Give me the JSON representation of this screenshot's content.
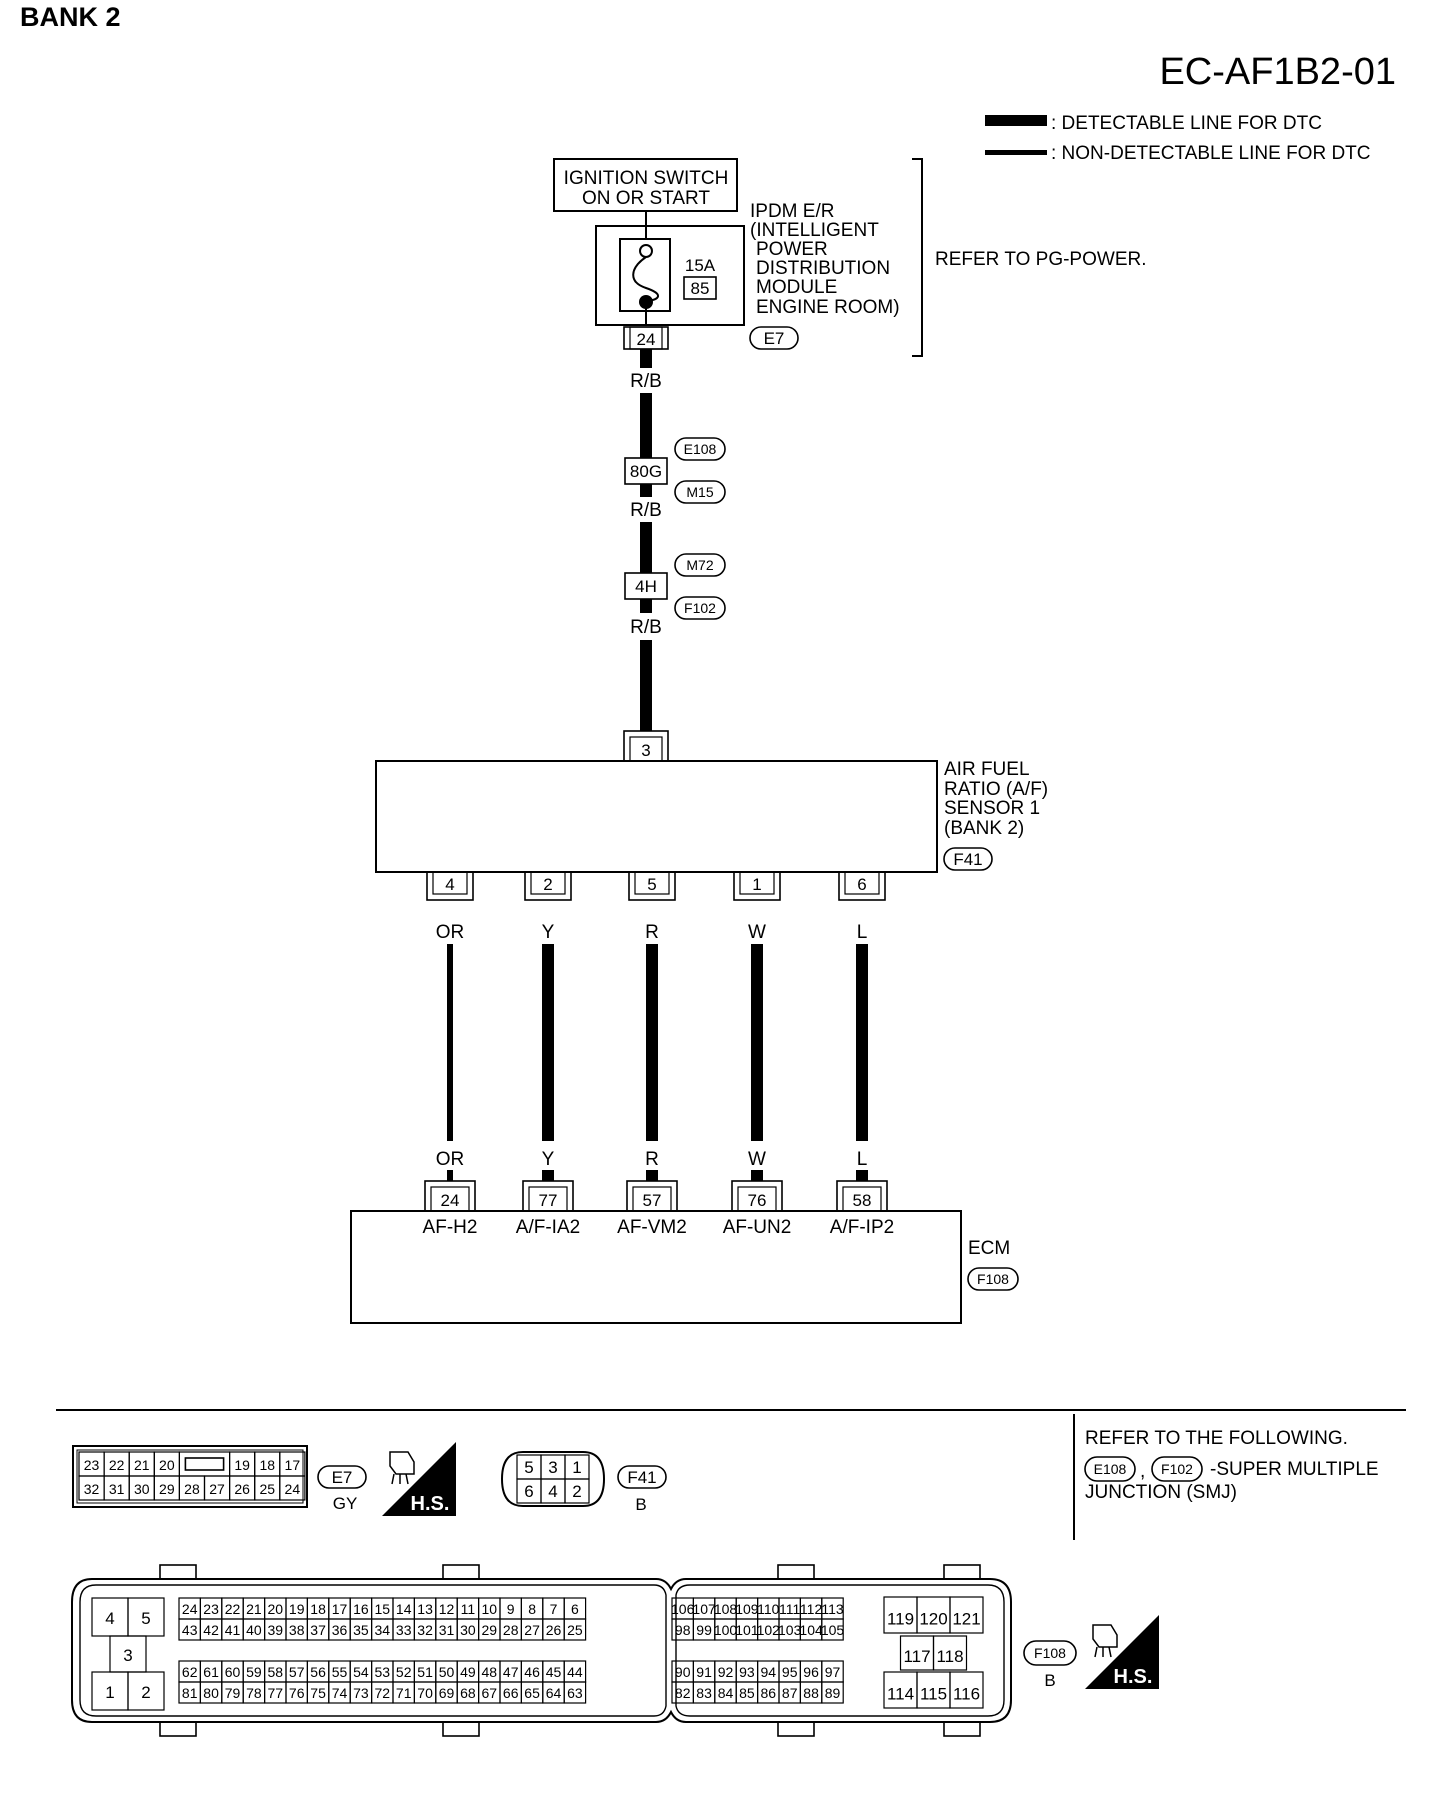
{
  "header": {
    "bank_label": "BANK 2",
    "diagram_code": "EC-AF1B2-01"
  },
  "legend": {
    "detectable": ": DETECTABLE LINE FOR DTC",
    "non_detectable": ": NON-DETECTABLE LINE FOR DTC"
  },
  "ignition": {
    "line1": "IGNITION SWITCH",
    "line2": "ON OR START"
  },
  "ipdm": {
    "lines": [
      "IPDM E/R",
      "(INTELLIGENT",
      "POWER",
      "DISTRIBUTION",
      "MODULE",
      "ENGINE ROOM)"
    ],
    "fuse_amps": "15A",
    "fuse_number": "85",
    "terminal": "24",
    "connector": "E7",
    "refer": "REFER TO PG-POWER."
  },
  "power_path": {
    "wire1": "R/B",
    "smj1": {
      "terminal": "80G",
      "connector_top": "E108",
      "connector_bottom": "M15"
    },
    "wire2": "R/B",
    "smj2": {
      "terminal": "4H",
      "connector_top": "M72",
      "connector_bottom": "F102"
    },
    "wire3": "R/B"
  },
  "sensor": {
    "lines": [
      "AIR FUEL",
      "RATIO (A/F)",
      "SENSOR 1",
      "(BANK 2)"
    ],
    "connector": "F41",
    "top_terminal": "3",
    "pins": [
      {
        "terminal": "4",
        "color": "OR",
        "ecm_terminal": "24",
        "ecm_label": "AF-H2"
      },
      {
        "terminal": "2",
        "color": "Y",
        "ecm_terminal": "77",
        "ecm_label": "A/F-IA2"
      },
      {
        "terminal": "5",
        "color": "R",
        "ecm_terminal": "57",
        "ecm_label": "AF-VM2"
      },
      {
        "terminal": "1",
        "color": "W",
        "ecm_terminal": "76",
        "ecm_label": "AF-UN2"
      },
      {
        "terminal": "6",
        "color": "L",
        "ecm_terminal": "58",
        "ecm_label": "A/F-IP2"
      }
    ]
  },
  "ecm": {
    "label": "ECM",
    "connector": "F108"
  },
  "connectors": {
    "e7": {
      "name": "E7",
      "color": "GY",
      "top": [
        "23",
        "22",
        "21",
        "20",
        "",
        "19",
        "18",
        "17"
      ],
      "bottom": [
        "32",
        "31",
        "30",
        "29",
        "28",
        "27",
        "26",
        "25",
        "24"
      ]
    },
    "f41": {
      "name": "F41",
      "color": "B",
      "top": [
        "5",
        "3",
        "1"
      ],
      "bottom": [
        "6",
        "4",
        "2"
      ]
    },
    "hs_label": "H.S.",
    "refer_text": [
      "REFER TO THE FOLLOWING.",
      "-SUPER MULTIPLE",
      "JUNCTION (SMJ)"
    ],
    "refer_connectors": [
      "E108",
      "F102"
    ],
    "refer_separator": ",",
    "f108": {
      "name": "F108",
      "color": "B",
      "left": [
        "4",
        "5",
        "3",
        "1",
        "2"
      ],
      "g1_r1": [
        "24",
        "23",
        "22",
        "21",
        "20",
        "19",
        "18",
        "17",
        "16",
        "15",
        "14",
        "13",
        "12",
        "11",
        "10",
        "9",
        "8",
        "7",
        "6"
      ],
      "g1_r2": [
        "43",
        "42",
        "41",
        "40",
        "39",
        "38",
        "37",
        "36",
        "35",
        "34",
        "33",
        "32",
        "31",
        "30",
        "29",
        "28",
        "27",
        "26",
        "25"
      ],
      "g1_r3": [
        "62",
        "61",
        "60",
        "59",
        "58",
        "57",
        "56",
        "55",
        "54",
        "53",
        "52",
        "51",
        "50",
        "49",
        "48",
        "47",
        "46",
        "45",
        "44"
      ],
      "g1_r4": [
        "81",
        "80",
        "79",
        "78",
        "77",
        "76",
        "75",
        "74",
        "73",
        "72",
        "71",
        "70",
        "69",
        "68",
        "67",
        "66",
        "65",
        "64",
        "63"
      ],
      "g2_r1": [
        "106",
        "107",
        "108",
        "109",
        "110",
        "111",
        "112",
        "113"
      ],
      "g2_r2": [
        "98",
        "99",
        "100",
        "101",
        "102",
        "103",
        "104",
        "105"
      ],
      "g2_r3": [
        "90",
        "91",
        "92",
        "93",
        "94",
        "95",
        "96",
        "97"
      ],
      "g2_r4": [
        "82",
        "83",
        "84",
        "85",
        "86",
        "87",
        "88",
        "89"
      ],
      "g3_r1": [
        "119",
        "120",
        "121"
      ],
      "g3_r2": [
        "117",
        "118"
      ],
      "g3_r3": [
        "114",
        "115",
        "116"
      ]
    }
  }
}
